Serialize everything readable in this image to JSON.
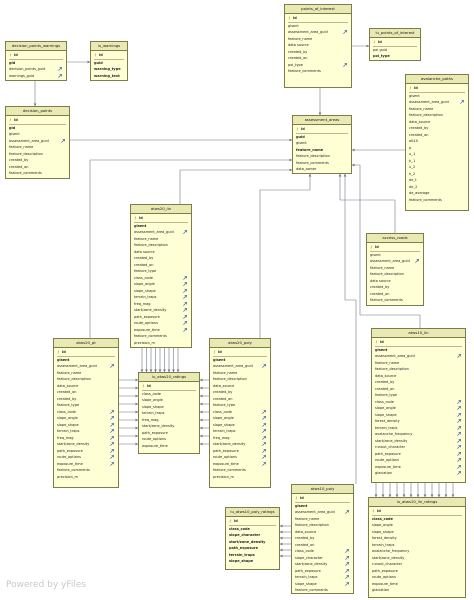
{
  "watermark": "Powered by yFiles",
  "colors": {
    "table_fill": "#ffffd6",
    "header_fill": "#e9e9b4",
    "border": "#7d7d4a",
    "edge": "#6f7785",
    "fk_icon": "#3a5fb0"
  },
  "tables": {
    "decision_points_warnings": {
      "title": "decision_points_warnings",
      "fields": [
        {
          "name": "id",
          "pk": true,
          "sep": true
        },
        {
          "name": "gid",
          "pk": true
        },
        {
          "name": "decision_points_guid",
          "fk": true
        },
        {
          "name": "warnings_guid",
          "fk": true
        }
      ]
    },
    "lu_warnings": {
      "title": "lu_warnings",
      "fields": [
        {
          "name": "id",
          "pk": true,
          "sep": true
        },
        {
          "name": "guid",
          "pk": true
        },
        {
          "name": "warning_type",
          "pk": true
        },
        {
          "name": "warning_text",
          "pk": true
        }
      ]
    },
    "points_of_interest": {
      "title": "points_of_interest",
      "fields": [
        {
          "name": "id",
          "pk": true,
          "sep": true
        },
        {
          "name": "gisent"
        },
        {
          "name": "assessment_area_guid",
          "fk": true
        },
        {
          "name": "feature_name"
        },
        {
          "name": "data source"
        },
        {
          "name": "created_by"
        },
        {
          "name": "created_on"
        },
        {
          "name": "poi_type",
          "fk": true
        },
        {
          "name": "feature_comments"
        }
      ]
    },
    "lu_points_of_interest": {
      "title": "lu_points_of_interest",
      "fields": [
        {
          "name": "id",
          "pk": true,
          "sep": true
        },
        {
          "name": "poi guid"
        },
        {
          "name": "poi_type",
          "pk": true
        }
      ]
    },
    "avalanche_paths": {
      "title": "avalanche_paths",
      "fields": [
        {
          "name": "id",
          "pk": true,
          "sep": true
        },
        {
          "name": "gisent"
        },
        {
          "name": "assessment_area_guid",
          "fk": true
        },
        {
          "name": "feature_name"
        },
        {
          "name": "feature_description"
        },
        {
          "name": "data_source"
        },
        {
          "name": "created_by"
        },
        {
          "name": "created_on"
        },
        {
          "name": "alt10"
        },
        {
          "name": "p"
        },
        {
          "name": "u_1"
        },
        {
          "name": "h_1"
        },
        {
          "name": "u_2"
        },
        {
          "name": "h_2"
        },
        {
          "name": "de_t"
        },
        {
          "name": "de_2"
        },
        {
          "name": "de_average"
        },
        {
          "name": "feature_comments"
        }
      ]
    },
    "decision_points": {
      "title": "decision_points",
      "fields": [
        {
          "name": "id",
          "pk": true,
          "sep": true
        },
        {
          "name": "gid",
          "pk": true
        },
        {
          "name": "gisent"
        },
        {
          "name": "assessment_area_guid",
          "fk": true
        },
        {
          "name": "feature_name"
        },
        {
          "name": "feature_description"
        },
        {
          "name": "created_by"
        },
        {
          "name": "created_on"
        },
        {
          "name": "feature_comments"
        }
      ]
    },
    "assessment_areas": {
      "title": "assessment_areas",
      "fields": [
        {
          "name": "id",
          "pk": true,
          "sep": true
        },
        {
          "name": "guid",
          "pk": true
        },
        {
          "name": "gisent"
        },
        {
          "name": "feature_name",
          "pk": true
        },
        {
          "name": "feature_description"
        },
        {
          "name": "feature_comments"
        },
        {
          "name": "data_owner"
        }
      ]
    },
    "atws20_lin": {
      "title": "atws20_lin",
      "fields": [
        {
          "name": "id",
          "pk": true,
          "sep": true
        },
        {
          "name": "gisent",
          "pk": true
        },
        {
          "name": "assessment_area_guid",
          "fk": true
        },
        {
          "name": "feature_name"
        },
        {
          "name": "feature_description"
        },
        {
          "name": "data source"
        },
        {
          "name": "created_by"
        },
        {
          "name": "created_on"
        },
        {
          "name": "feature_type"
        },
        {
          "name": "class_code",
          "fk": true
        },
        {
          "name": "slope_angle",
          "fk": true
        },
        {
          "name": "slope_shape",
          "fk": true
        },
        {
          "name": "terrain_traps",
          "fk": true
        },
        {
          "name": "freq_mag",
          "fk": true
        },
        {
          "name": "start/zone_density",
          "fk": true
        },
        {
          "name": "path_exposure",
          "fk": true
        },
        {
          "name": "route_options",
          "fk": true
        },
        {
          "name": "exposure_time",
          "fk": true
        },
        {
          "name": "feature_comments"
        },
        {
          "name": "precision_m"
        }
      ]
    },
    "access_roads": {
      "title": "access_roads",
      "fields": [
        {
          "name": "id",
          "pk": true,
          "sep": true
        },
        {
          "name": "gisent"
        },
        {
          "name": "assessment_area_guid",
          "fk": true
        },
        {
          "name": "feature_name"
        },
        {
          "name": "feature_description"
        },
        {
          "name": "data source"
        },
        {
          "name": "created_by"
        },
        {
          "name": "created_on"
        },
        {
          "name": "feature_comments"
        }
      ]
    },
    "atws20_pt": {
      "title": "atws20_pt",
      "fields": [
        {
          "name": "id",
          "pk": true,
          "sep": true
        },
        {
          "name": "gisent",
          "pk": true
        },
        {
          "name": "assessment_area_guid",
          "fk": true
        },
        {
          "name": "feature_name"
        },
        {
          "name": "feature_description"
        },
        {
          "name": "data_source"
        },
        {
          "name": "created_on"
        },
        {
          "name": "created_by"
        },
        {
          "name": "feature_type"
        },
        {
          "name": "class_code",
          "fk": true
        },
        {
          "name": "slope_angle",
          "fk": true
        },
        {
          "name": "slope_shape",
          "fk": true
        },
        {
          "name": "terrain_traps",
          "fk": true
        },
        {
          "name": "freq_mag",
          "fk": true
        },
        {
          "name": "start/zone_density",
          "fk": true
        },
        {
          "name": "path_exposure",
          "fk": true
        },
        {
          "name": "route_options",
          "fk": true
        },
        {
          "name": "exposure_time",
          "fk": true
        },
        {
          "name": "feature_comments"
        },
        {
          "name": "precision_m"
        }
      ]
    },
    "lu_atws20_ratings": {
      "title": "lu_atws20_ratings",
      "fields": [
        {
          "name": "id",
          "pk": true,
          "sep": true
        },
        {
          "name": "class_code"
        },
        {
          "name": "slope_angle"
        },
        {
          "name": "slope_shape"
        },
        {
          "name": "terrain_traps"
        },
        {
          "name": "freq_mag"
        },
        {
          "name": "start/zone_density"
        },
        {
          "name": "path_exposure"
        },
        {
          "name": "route_options"
        },
        {
          "name": "exposure_time"
        }
      ]
    },
    "atws20_poly": {
      "title": "atws20_poly",
      "fields": [
        {
          "name": "id",
          "pk": true,
          "sep": true
        },
        {
          "name": "gisent",
          "pk": true
        },
        {
          "name": "assessment_area_guid",
          "fk": true
        },
        {
          "name": "feature_name"
        },
        {
          "name": "feature_description"
        },
        {
          "name": "data_source"
        },
        {
          "name": "created_by"
        },
        {
          "name": "created_on"
        },
        {
          "name": "feature_type"
        },
        {
          "name": "class_code",
          "fk": true
        },
        {
          "name": "slope_angle",
          "fk": true
        },
        {
          "name": "slope_shape",
          "fk": true
        },
        {
          "name": "terrain_traps",
          "fk": true
        },
        {
          "name": "freq_mag",
          "fk": true
        },
        {
          "name": "start/zone_density",
          "fk": true
        },
        {
          "name": "path_exposure",
          "fk": true
        },
        {
          "name": "route_options",
          "fk": true
        },
        {
          "name": "exposure_time",
          "fk": true
        },
        {
          "name": "feature_comments"
        },
        {
          "name": "precision_m"
        }
      ]
    },
    "atws10_lin": {
      "title": "atws10_lin",
      "fields": [
        {
          "name": "id",
          "pk": true,
          "sep": true
        },
        {
          "name": "gisent",
          "pk": true
        },
        {
          "name": "assessment_area_guid",
          "fk": true
        },
        {
          "name": "feature_name"
        },
        {
          "name": "feature_description"
        },
        {
          "name": "data_source"
        },
        {
          "name": "created_by"
        },
        {
          "name": "created_on"
        },
        {
          "name": "feature_type"
        },
        {
          "name": "class_code",
          "fk": true
        },
        {
          "name": "slope_angle",
          "fk": true
        },
        {
          "name": "slope_shape",
          "fk": true
        },
        {
          "name": "forest_density",
          "fk": true
        },
        {
          "name": "terrain_traps",
          "fk": true
        },
        {
          "name": "avalanche_frequency",
          "fk": true
        },
        {
          "name": "start/zone_density",
          "fk": true
        },
        {
          "name": "runout_character",
          "fk": true
        },
        {
          "name": "path_exposure",
          "fk": true
        },
        {
          "name": "route_options",
          "fk": true
        },
        {
          "name": "exposure_time",
          "fk": true
        },
        {
          "name": "glaciation",
          "fk": true
        }
      ]
    },
    "atws10_poly": {
      "title": "atws10_poly",
      "fields": [
        {
          "name": "id",
          "pk": true,
          "sep": true
        },
        {
          "name": "gisent",
          "pk": true
        },
        {
          "name": "assessment_area_guid",
          "fk": true
        },
        {
          "name": "feature_name"
        },
        {
          "name": "feature_description"
        },
        {
          "name": "data_source"
        },
        {
          "name": "created_by"
        },
        {
          "name": "created_on"
        },
        {
          "name": "class_code",
          "fk": true
        },
        {
          "name": "slope_character",
          "fk": true
        },
        {
          "name": "start/zone_density",
          "fk": true
        },
        {
          "name": "path_exposure",
          "fk": true
        },
        {
          "name": "terrain_traps",
          "fk": true
        },
        {
          "name": "slope_shape",
          "fk": true
        },
        {
          "name": "feature_comments"
        }
      ]
    },
    "lu_atws10_poly_ratings": {
      "title": "lu_atws10_poly_ratings",
      "fields": [
        {
          "name": "id",
          "pk": true,
          "sep": true
        },
        {
          "name": "class_code",
          "pk": true
        },
        {
          "name": "slope_character",
          "pk": true
        },
        {
          "name": "start/zone_density",
          "pk": true
        },
        {
          "name": "path_exposure",
          "pk": true
        },
        {
          "name": "terrain_traps",
          "pk": true
        },
        {
          "name": "slope_shape",
          "pk": true
        }
      ]
    },
    "lu_atws10_lin_ratings": {
      "title": "lu_atws10_lin_ratings",
      "fields": [
        {
          "name": "id",
          "pk": true,
          "sep": true
        },
        {
          "name": "class_code",
          "pk": true
        },
        {
          "name": "slope_angle"
        },
        {
          "name": "slope_shape"
        },
        {
          "name": "forest_density"
        },
        {
          "name": "terrain_traps"
        },
        {
          "name": "avalanche_frequency"
        },
        {
          "name": "start/zone_density"
        },
        {
          "name": "runout_character"
        },
        {
          "name": "path_exposure"
        },
        {
          "name": "route_options"
        },
        {
          "name": "exposure_time"
        },
        {
          "name": "glaciation"
        }
      ]
    }
  }
}
